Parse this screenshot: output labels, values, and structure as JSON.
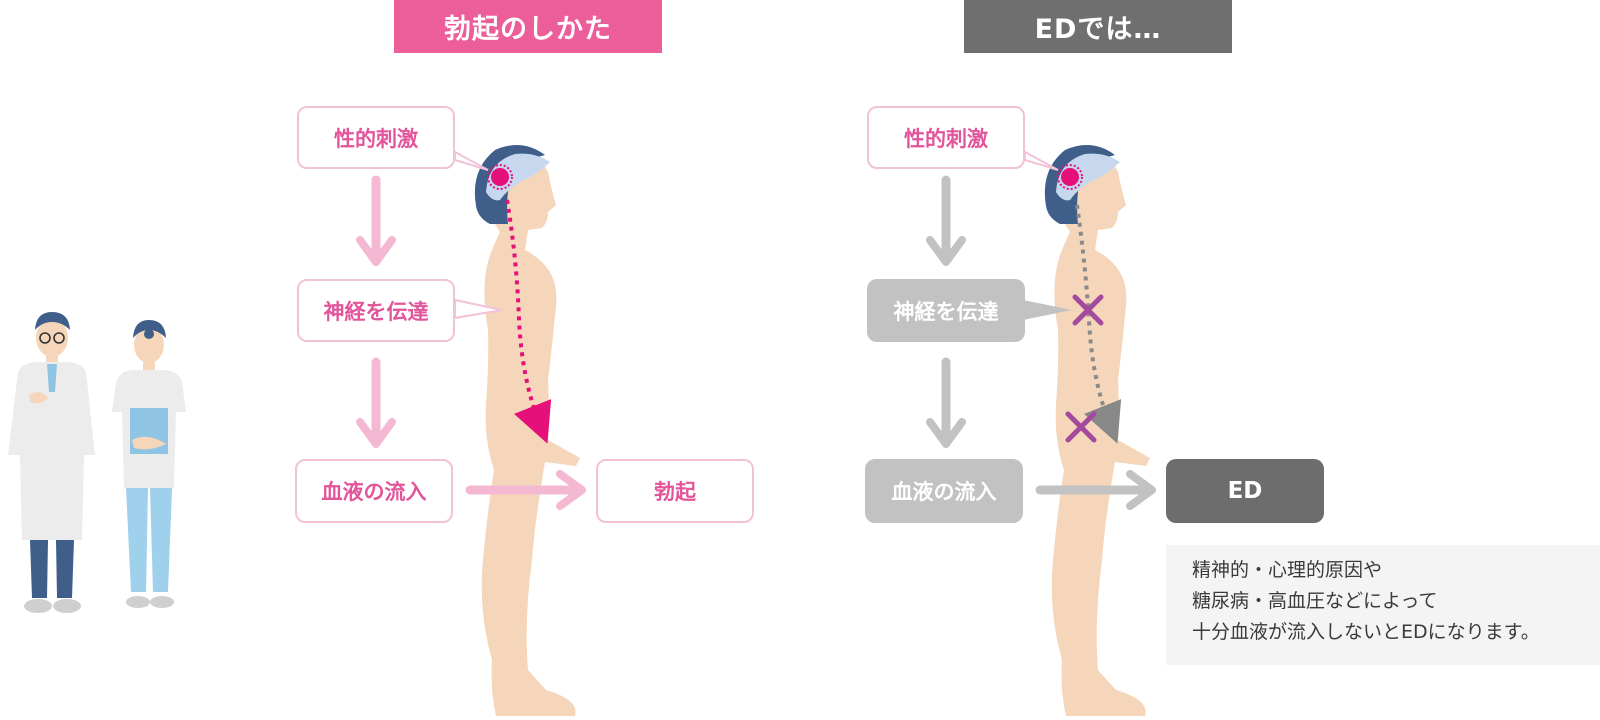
{
  "left_panel": {
    "header": "勃起のしかた",
    "steps": [
      "性的刺激",
      "神経を伝達",
      "血液の流入"
    ],
    "result": "勃起"
  },
  "right_panel": {
    "header": "EDでは…",
    "steps": [
      "性的刺激",
      "神経を伝達",
      "血液の流入"
    ],
    "result": "ED"
  },
  "note": {
    "lines": [
      "精神的・心理的原因や",
      "糖尿病・高血圧などによって",
      "十分血液が流入しないとEDになります。"
    ]
  },
  "colors": {
    "pink_header": "#ec5e9a",
    "pink_text": "#e2559b",
    "pink_arrow": "#f5b8d2",
    "pink_border": "#f2c2d8",
    "gray_header": "#6f6f6f",
    "gray_box": "#c2c2c2",
    "dark_box": "#6d6d6d",
    "skin": "#f5d6ba",
    "hair": "#3f5f8a",
    "brain": "#c7d8ee",
    "stimulus": "#e6107a",
    "block_mark": "#a34a9e"
  },
  "icons": {
    "doctor": "doctor-figure-icon",
    "nurse": "nurse-figure-icon",
    "human": "human-silhouette-icon",
    "brain": "brain-icon",
    "blocked": "cross-mark-icon"
  }
}
